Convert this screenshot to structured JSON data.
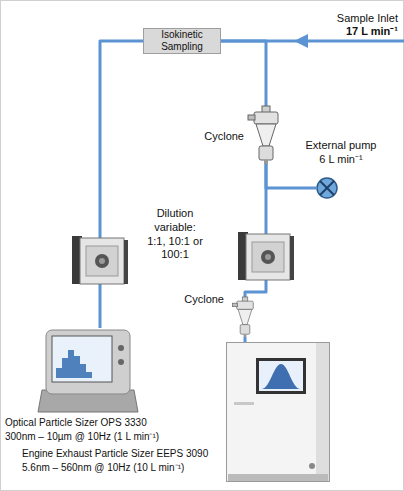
{
  "diagram": {
    "nodes": [
      {
        "text": [
          "Isokinetic Sampling"
        ]
      },
      {
        "text": [
          "Cyclone"
        ]
      },
      {
        "text": [
          "External pump",
          "6 L min⁻¹"
        ]
      },
      {
        "text": [
          "Cyclone"
        ]
      },
      {
        "text": [
          "Optical Particle Sizer OPS 3330",
          "300nm – 10µm @ 10Hz (1 L min⁻¹)"
        ]
      },
      {
        "text": [
          "Engine Exhaust Particle Sizer EEPS 3090",
          "5.6nm – 560nm @ 10Hz (10 L min⁻¹)"
        ]
      }
    ],
    "edges": [
      {
        "from": 0,
        "to": 4,
        "arrow": "none"
      },
      {
        "from": 0,
        "to": 1,
        "arrow": "none"
      },
      {
        "from": 1,
        "to": 2,
        "arrow": "none"
      },
      {
        "from": 1,
        "to": 3,
        "arrow": "none"
      },
      {
        "from": 3,
        "to": 5,
        "arrow": "none"
      }
    ],
    "labels": [
      "Sample Inlet",
      "17 L min⁻¹",
      "Dilution variable: 1:1, 10:1 or 100:1"
    ]
  }
}
